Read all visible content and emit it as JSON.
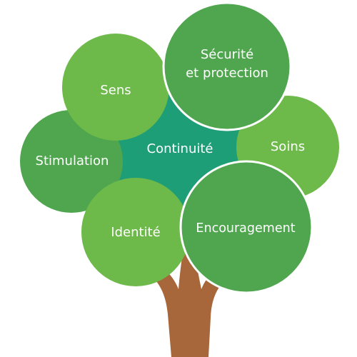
{
  "diagram": {
    "colors": {
      "trunk": "#A8673A",
      "center": "#1E9E77",
      "leaf_dark": "#4FA64F",
      "leaf_light": "#6DB94A",
      "text": "#FFFFFF"
    },
    "center": {
      "label": "Continuité"
    },
    "leaves": {
      "sens": "Sens",
      "securite_line1": "Sécurité",
      "securite_line2": "et protection",
      "soins": "Soins",
      "stimulation": "Stimulation",
      "identite": "Identité",
      "encouragement": "Encouragement"
    }
  }
}
